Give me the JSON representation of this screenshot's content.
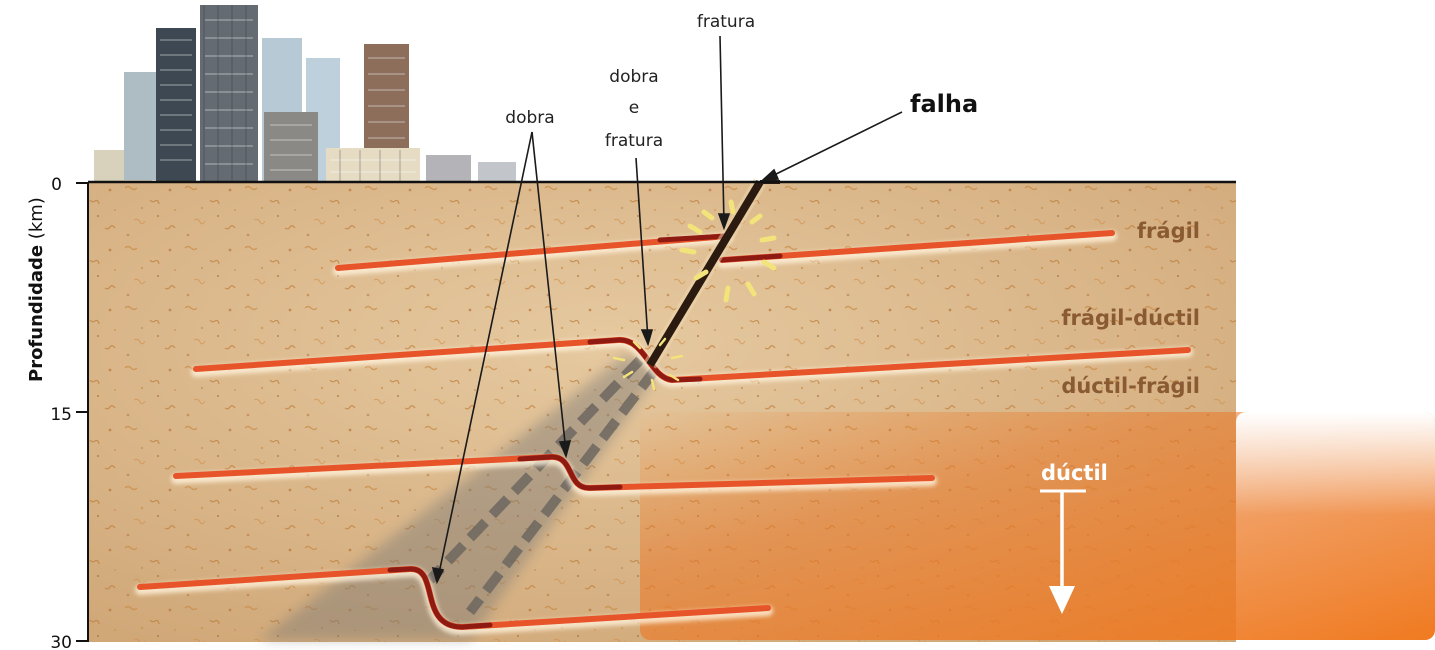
{
  "axis": {
    "title_bold": "Profundidade",
    "title_unit": " (km)",
    "ticks": [
      "0",
      "15",
      "30"
    ]
  },
  "labels": {
    "fratura_top": "fratura",
    "dobra_e_fratura": [
      "dobra",
      "e",
      "fratura"
    ],
    "dobra": "dobra",
    "falha": "falha"
  },
  "zones": {
    "fragil": "frágil",
    "fragil_ductil": "frágil-dúctil",
    "ductil_fragil": "dúctil-frágil",
    "ductil": "dúctil"
  },
  "colors": {
    "sediment": "#dbb88a",
    "layer": "#e8542a",
    "fault": "#2a1a10",
    "ductile_zone": "#f07a20",
    "zone_text": "#8a5a33"
  }
}
